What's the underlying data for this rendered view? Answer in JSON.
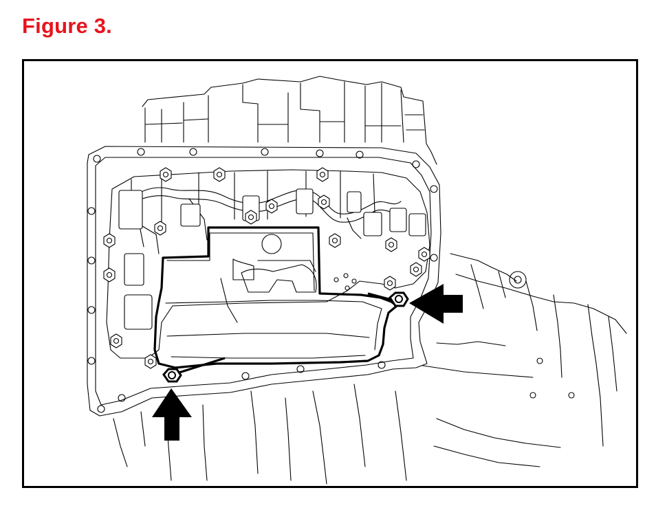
{
  "figure": {
    "title": "Figure 3.",
    "title_color": "#e8141c"
  },
  "diagram": {
    "callouts": [
      {
        "name": "right-bolt-arrow",
        "points_to": "right-bolt"
      },
      {
        "name": "left-bolt-arrow",
        "points_to": "left-bolt"
      }
    ],
    "highlighted_part": "oil-strainer",
    "line_color": "#000000",
    "background": "#ffffff"
  }
}
